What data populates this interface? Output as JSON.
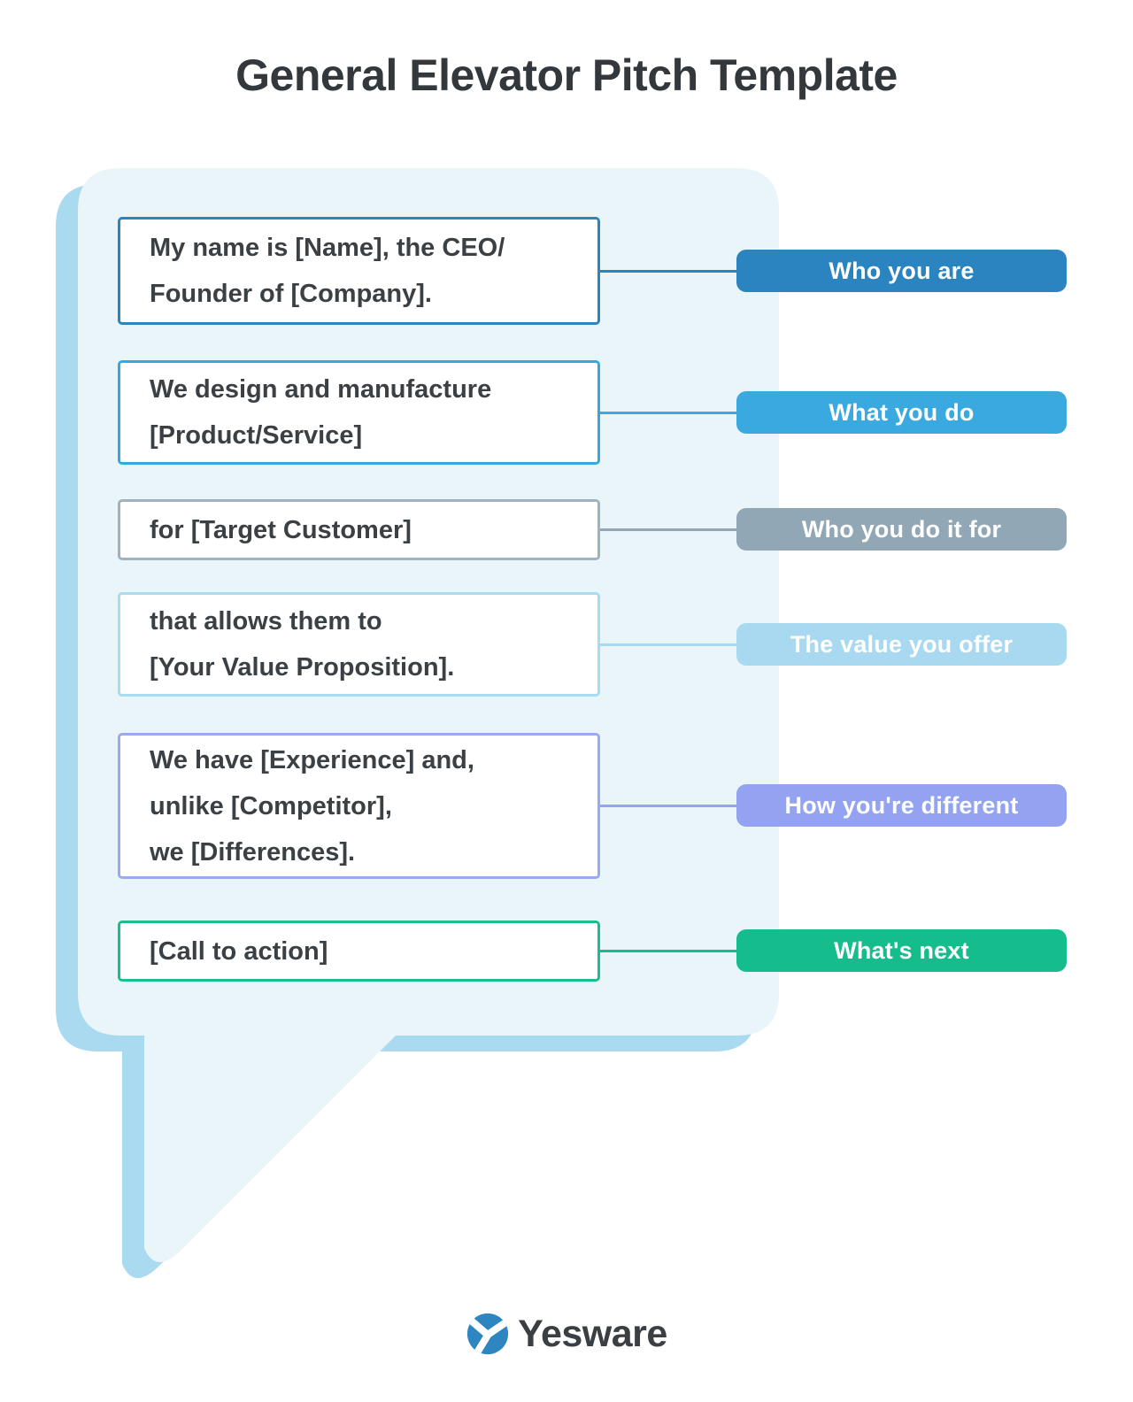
{
  "title": "General Elevator Pitch Template",
  "bubble": {
    "fill": "#e9f5f9",
    "shadow": "#a9daf0"
  },
  "rows": [
    {
      "box_lines": [
        "My name is [Name], the CEO/",
        "Founder of [Company]."
      ],
      "label": "Who you are",
      "color": "#2a84c0",
      "box_border": "#2a84c0"
    },
    {
      "box_lines": [
        "We design and manufacture",
        "[Product/Service]"
      ],
      "label": "What you do",
      "color": "#3aa9e0",
      "box_border": "#35a8e0"
    },
    {
      "box_lines": [
        "for [Target Customer]"
      ],
      "label": "Who you do it for",
      "color": "#92a7b5",
      "box_border": "#9fb2bf"
    },
    {
      "box_lines": [
        "that allows them to",
        "[Your Value Proposition]."
      ],
      "label": "The value you offer",
      "color": "#a8d9f1",
      "box_border": "#a8dcf0"
    },
    {
      "box_lines": [
        "We have [Experience] and,",
        "unlike [Competitor],",
        "we [Differences]."
      ],
      "label": "How you're different",
      "color": "#93a3f1",
      "box_border": "#9aa9f0"
    },
    {
      "box_lines": [
        "[Call to action]"
      ],
      "label": "What's next",
      "color": "#15bd8d",
      "box_border": "#19bd8e"
    }
  ],
  "logo": {
    "text": "Yesware",
    "icon": "yesware-y-icon",
    "icon_color": "#2e86c1",
    "text_color": "#3a3f44"
  }
}
